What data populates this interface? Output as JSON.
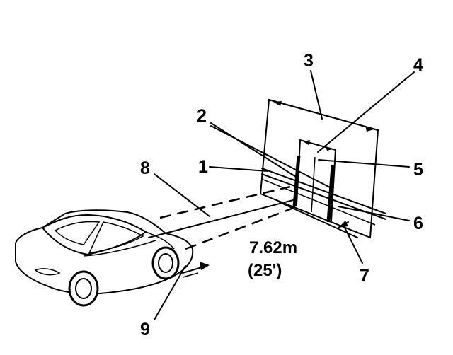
{
  "figure": {
    "distance_metric": "7.62m",
    "distance_imperial": "(25')",
    "callouts": [
      "1",
      "2",
      "3",
      "4",
      "5",
      "6",
      "7",
      "8",
      "9"
    ]
  }
}
